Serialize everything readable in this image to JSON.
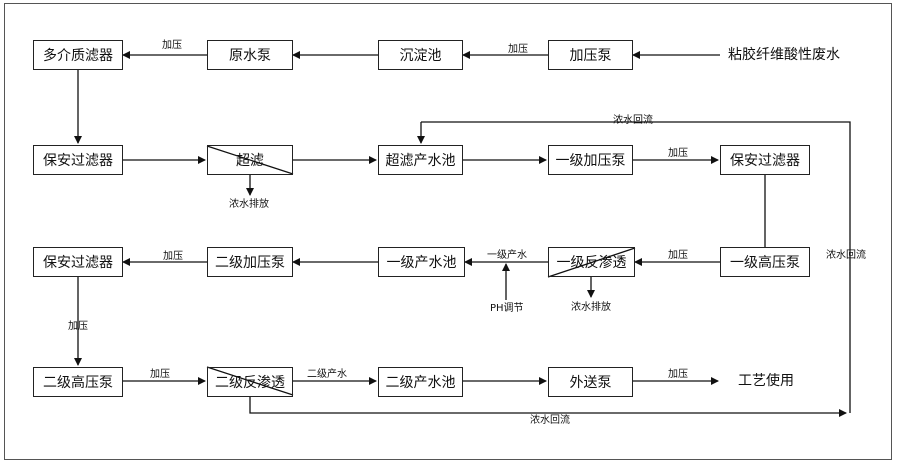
{
  "source": "粘胶纤维酸性废水",
  "output": "工艺使用",
  "boxes": {
    "multi_media_filter": "多介质滤器",
    "raw_water_pump": "原水泵",
    "sedimentation_tank": "沉淀池",
    "booster_pump": "加压泵",
    "security_filter_1": "保安过滤器",
    "ultrafiltration": "超滤",
    "uf_product_tank": "超滤产水池",
    "stage1_booster_pump": "一级加压泵",
    "security_filter_2": "保安过滤器",
    "security_filter_3": "保安过滤器",
    "stage2_booster_pump": "二级加压泵",
    "stage1_product_tank": "一级产水池",
    "stage1_ro": "一级反渗透",
    "stage1_hp_pump": "一级高压泵",
    "stage2_hp_pump": "二级高压泵",
    "stage2_ro": "二级反渗透",
    "stage2_product_tank": "二级产水池",
    "transfer_pump": "外送泵"
  },
  "labels": {
    "pressurize": "加压",
    "concentrate_return": "浓水回流",
    "concentrate_discharge": "浓水排放",
    "stage1_product_water": "一级产水",
    "stage2_product_water": "二级产水",
    "ph_adjust": "PH调节"
  }
}
